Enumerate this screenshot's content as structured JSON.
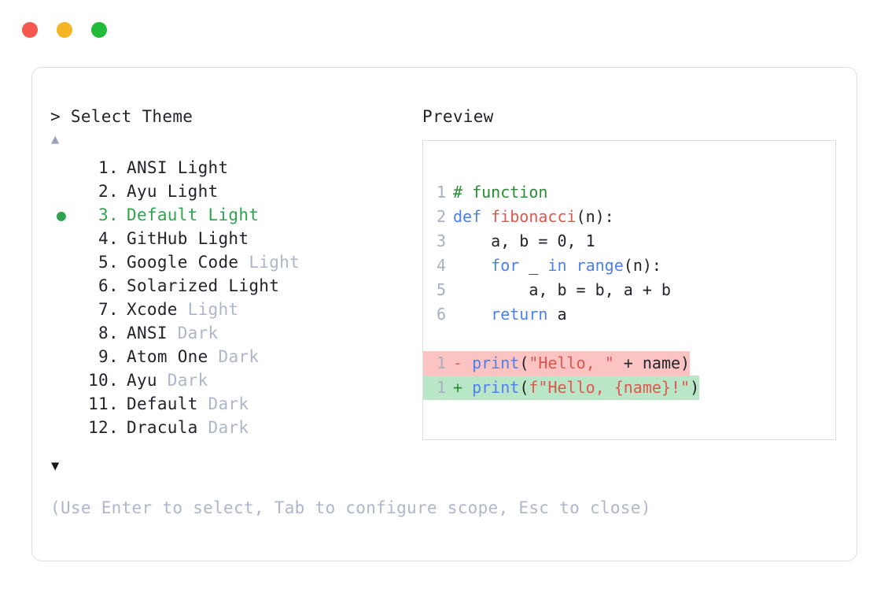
{
  "window": {
    "dots": [
      {
        "name": "close-dot",
        "color": "#f4584f"
      },
      {
        "name": "minimize-dot",
        "color": "#f6b522"
      },
      {
        "name": "maximize-dot",
        "color": "#22bb39"
      }
    ]
  },
  "picker": {
    "prompt": "> Select Theme",
    "scroll_up_glyph": "▲",
    "scroll_down_glyph": "▼",
    "selected_index": 3,
    "selected_bullet": "●",
    "separator": ".",
    "items": [
      {
        "num": " 1",
        "name": "ANSI Light",
        "variant": "",
        "variant_dim": false,
        "selected": false
      },
      {
        "num": " 2",
        "name": "Ayu Light",
        "variant": "",
        "variant_dim": false,
        "selected": false
      },
      {
        "num": " 3",
        "name": "Default Light",
        "variant": "",
        "variant_dim": false,
        "selected": true
      },
      {
        "num": " 4",
        "name": "GitHub Light",
        "variant": "",
        "variant_dim": false,
        "selected": false
      },
      {
        "num": " 5",
        "name": "Google Code ",
        "variant": "Light",
        "variant_dim": true,
        "selected": false
      },
      {
        "num": " 6",
        "name": "Solarized Light",
        "variant": "",
        "variant_dim": false,
        "selected": false
      },
      {
        "num": " 7",
        "name": "Xcode ",
        "variant": "Light",
        "variant_dim": true,
        "selected": false
      },
      {
        "num": " 8",
        "name": "ANSI ",
        "variant": "Dark",
        "variant_dim": true,
        "selected": false
      },
      {
        "num": " 9",
        "name": "Atom One ",
        "variant": "Dark",
        "variant_dim": true,
        "selected": false
      },
      {
        "num": "10",
        "name": "Ayu ",
        "variant": "Dark",
        "variant_dim": true,
        "selected": false
      },
      {
        "num": "11",
        "name": "Default ",
        "variant": "Dark",
        "variant_dim": true,
        "selected": false
      },
      {
        "num": "12",
        "name": "Dracula ",
        "variant": "Dark",
        "variant_dim": true,
        "selected": false
      }
    ],
    "hint": "(Use Enter to select, Tab to configure scope, Esc to close)"
  },
  "preview": {
    "title": "Preview",
    "code_lines": [
      {
        "ln": "1",
        "tokens": [
          {
            "t": "# function",
            "c": "t-com"
          }
        ]
      },
      {
        "ln": "2",
        "tokens": [
          {
            "t": "def ",
            "c": "t-kw"
          },
          {
            "t": "fibonacci",
            "c": "t-fn"
          },
          {
            "t": "(n):",
            "c": "t-plain"
          }
        ]
      },
      {
        "ln": "3",
        "tokens": [
          {
            "t": "    a, b = 0, 1",
            "c": "t-plain"
          }
        ]
      },
      {
        "ln": "4",
        "tokens": [
          {
            "t": "    ",
            "c": "t-plain"
          },
          {
            "t": "for",
            "c": "t-kw"
          },
          {
            "t": " _ ",
            "c": "t-plain"
          },
          {
            "t": "in",
            "c": "t-kw"
          },
          {
            "t": " ",
            "c": "t-plain"
          },
          {
            "t": "range",
            "c": "t-kw"
          },
          {
            "t": "(n):",
            "c": "t-plain"
          }
        ]
      },
      {
        "ln": "5",
        "tokens": [
          {
            "t": "        a, b = b, a + b",
            "c": "t-plain"
          }
        ]
      },
      {
        "ln": "6",
        "tokens": [
          {
            "t": "    ",
            "c": "t-plain"
          },
          {
            "t": "return",
            "c": "t-kw"
          },
          {
            "t": " a",
            "c": "t-plain"
          }
        ]
      }
    ],
    "diff_lines": [
      {
        "ln": "1",
        "kind": "del",
        "marker": "-",
        "tokens": [
          {
            "t": " ",
            "c": "t-plain"
          },
          {
            "t": "print",
            "c": "t-kw"
          },
          {
            "t": "(",
            "c": "t-plain"
          },
          {
            "t": "\"Hello, \"",
            "c": "t-str"
          },
          {
            "t": " + name)",
            "c": "t-plain"
          }
        ]
      },
      {
        "ln": "1",
        "kind": "add",
        "marker": "+",
        "tokens": [
          {
            "t": " ",
            "c": "t-plain"
          },
          {
            "t": "print",
            "c": "t-kw"
          },
          {
            "t": "(",
            "c": "t-plain"
          },
          {
            "t": "f\"Hello, {name}!\"",
            "c": "t-str"
          },
          {
            "t": ")",
            "c": "t-plain"
          }
        ]
      }
    ],
    "diff_colors": {
      "deleted_bg": "#fbc4c2",
      "added_bg": "#b9e6c7"
    }
  }
}
